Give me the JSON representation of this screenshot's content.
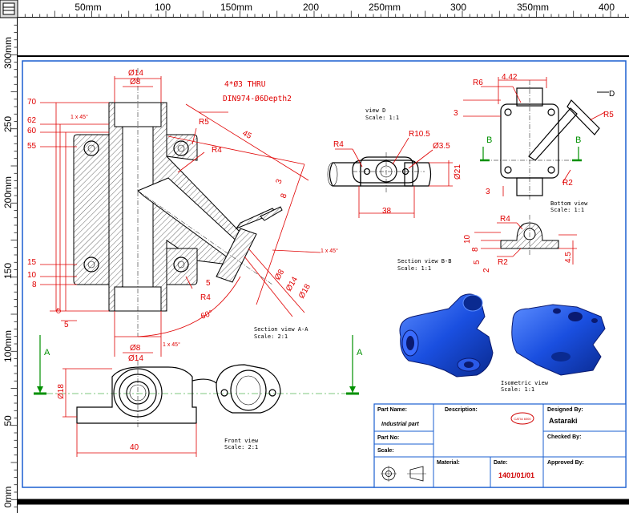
{
  "rulers": {
    "top_labels": [
      "50mm",
      "100",
      "150mm",
      "200",
      "250mm",
      "300",
      "350mm",
      "400"
    ],
    "left_labels": [
      "300mm",
      "250",
      "200mm",
      "150",
      "100mm",
      "50",
      "0mm"
    ]
  },
  "annotations": {
    "thru_note": "4*Ø3 THRU",
    "din_note": "DIN974-Ø6Depth2",
    "view_d": "view D",
    "view_d_scale": "Scale:  1:1",
    "section_aa": "Section view A-A",
    "section_aa_scale": "Scale:  2:1",
    "section_bb": "Section view B-B",
    "section_bb_scale": "Scale:  1:1",
    "bottom_view": "Bottom view",
    "bottom_view_scale": "Scale:  1:1",
    "front_view": "Front view",
    "front_view_scale": "Scale:  2:1",
    "isometric_view": "Isometric view",
    "isometric_view_scale": "Scale:  1:1",
    "label_a_left": "A",
    "label_a_right": "A",
    "label_b_left": "B",
    "label_b_right": "B",
    "label_d": "D"
  },
  "dimensions": {
    "main": {
      "phi14_top": "Ø14",
      "phi8_top": "Ø8",
      "d70": "70",
      "d62": "62",
      "d60": "60",
      "d55": "55",
      "chamfer_top": "1 x 45°",
      "r5": "R5",
      "r4_top": "R4",
      "d45": "45",
      "d3": "3",
      "d8_angle": "8",
      "d15": "15",
      "d10": "10",
      "d8": "8",
      "d5_left": "5",
      "d5_mid": "5",
      "r4_bottom": "R4",
      "a60": "60°",
      "phi8_bot": "Ø8",
      "phi14_bot": "Ø14",
      "chamfer_bot": "1 x 45°",
      "chamfer_right": "1 x 45°",
      "phi8_diag": "Ø8",
      "phi14_diag": "Ø14",
      "phi18_diag": "Ø18"
    },
    "view_d": {
      "r4": "R4",
      "r105": "R10.5",
      "phi35": "Ø3.5",
      "phi21": "Ø21",
      "d38": "38"
    },
    "bottom": {
      "r6": "R6",
      "d442": "4.42",
      "d3_top": "3",
      "d3_bot": "3",
      "r5": "R5",
      "r2": "R2"
    },
    "section_bb": {
      "r4": "R4",
      "d10": "10",
      "d8": "8",
      "d5": "5",
      "d2": "2",
      "r2": "R2",
      "d45": "4.5"
    },
    "front": {
      "phi18": "Ø18",
      "d40": "40"
    }
  },
  "title_block": {
    "part_name_label": "Part Name:",
    "part_name_value": "Industrial part",
    "description_label": "Description:",
    "designed_by_label": "Designed By:",
    "designed_by_value": "Astaraki",
    "part_no_label": "Part No:",
    "checked_by_label": "Checked By:",
    "scale_label": "Scale:",
    "material_label": "Material:",
    "date_label": "Date:",
    "date_value": "1401/01/01",
    "approved_by_label": "Approved By:",
    "logo_text": "CATIA 6000"
  },
  "colors": {
    "dimension": "#e00000",
    "section_arrow": "#009000",
    "frame_blue": "#1a5fd0",
    "model_blue": "#1a4fe0"
  }
}
